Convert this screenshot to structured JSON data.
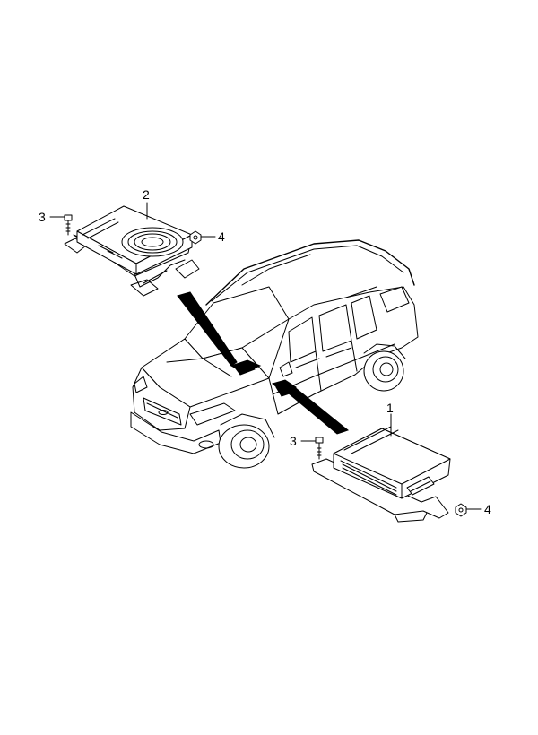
{
  "callouts": {
    "amplifier": "1",
    "subwoofer": "2",
    "bolt_upper": "3",
    "nut_upper": "4",
    "bolt_lower": "3",
    "nut_lower": "4"
  },
  "colors": {
    "line": "#000000",
    "background": "#ffffff"
  },
  "icons": [
    "bolt-icon",
    "nut-icon",
    "leader-arrow"
  ]
}
